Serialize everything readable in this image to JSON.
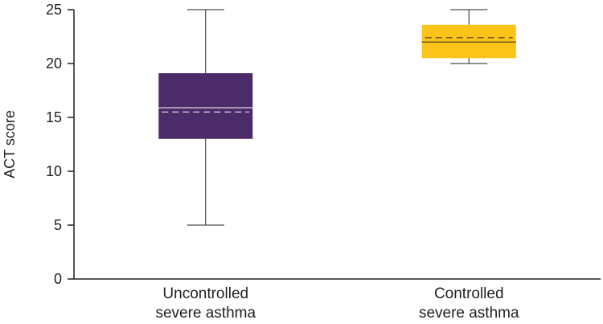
{
  "chart_data": {
    "type": "box",
    "title": "",
    "xlabel": "",
    "ylabel": "ACT score",
    "ylim": [
      0,
      25
    ],
    "yticks": [
      0,
      5,
      10,
      15,
      20,
      25
    ],
    "grid": false,
    "categories": [
      {
        "line1": "Uncontrolled",
        "line2": "severe asthma"
      },
      {
        "line1": "Controlled",
        "line2": "severe asthma"
      }
    ],
    "boxes": [
      {
        "min": 5,
        "q1": 13,
        "median": 15.9,
        "mean": 15.5,
        "q3": 19.1,
        "max": 25,
        "color": "#4b2c69",
        "inner_line_color": "#ffffff"
      },
      {
        "min": 20,
        "q1": 20.5,
        "median": 22,
        "mean": 22.4,
        "q3": 23.6,
        "max": 25,
        "color": "#fcc419",
        "inner_line_color": "#231f20"
      }
    ]
  }
}
